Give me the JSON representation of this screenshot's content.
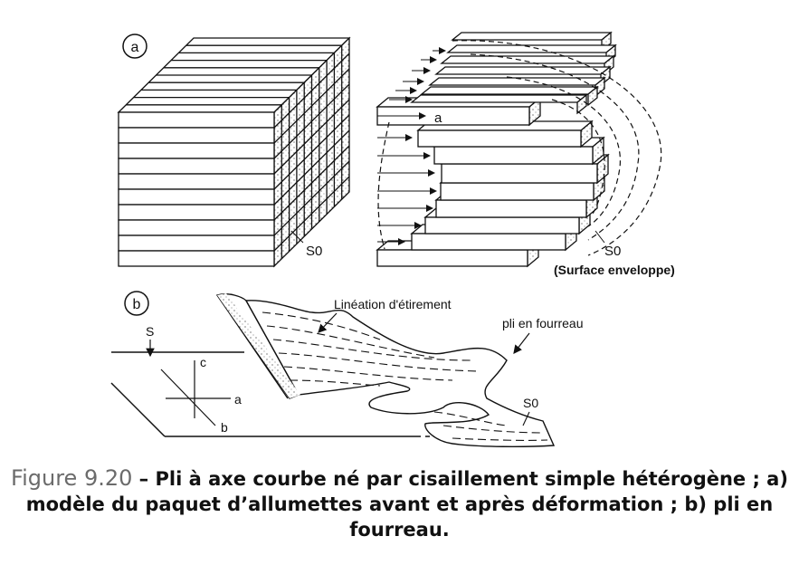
{
  "figure": {
    "panel_a_label": "a",
    "panel_b_label": "b",
    "a_left_s0": "S0",
    "a_right_arrow_label": "a",
    "a_right_s0": "S0",
    "a_right_envelope": "(Surface enveloppe)",
    "b_lineation_label": "Linéation d'étirement",
    "b_sheath_label": "pli en fourreau",
    "b_s_label": "S",
    "b_s0_label": "S0",
    "axis_a": "a",
    "axis_b": "b",
    "axis_c": "c"
  },
  "caption": {
    "number": "Figure 9.20",
    "text": " – Pli à axe courbe né par cisaillement simple hétérogène ; a) modèle du paquet d’allumettes avant et après déformation ; b) pli en fourreau."
  }
}
